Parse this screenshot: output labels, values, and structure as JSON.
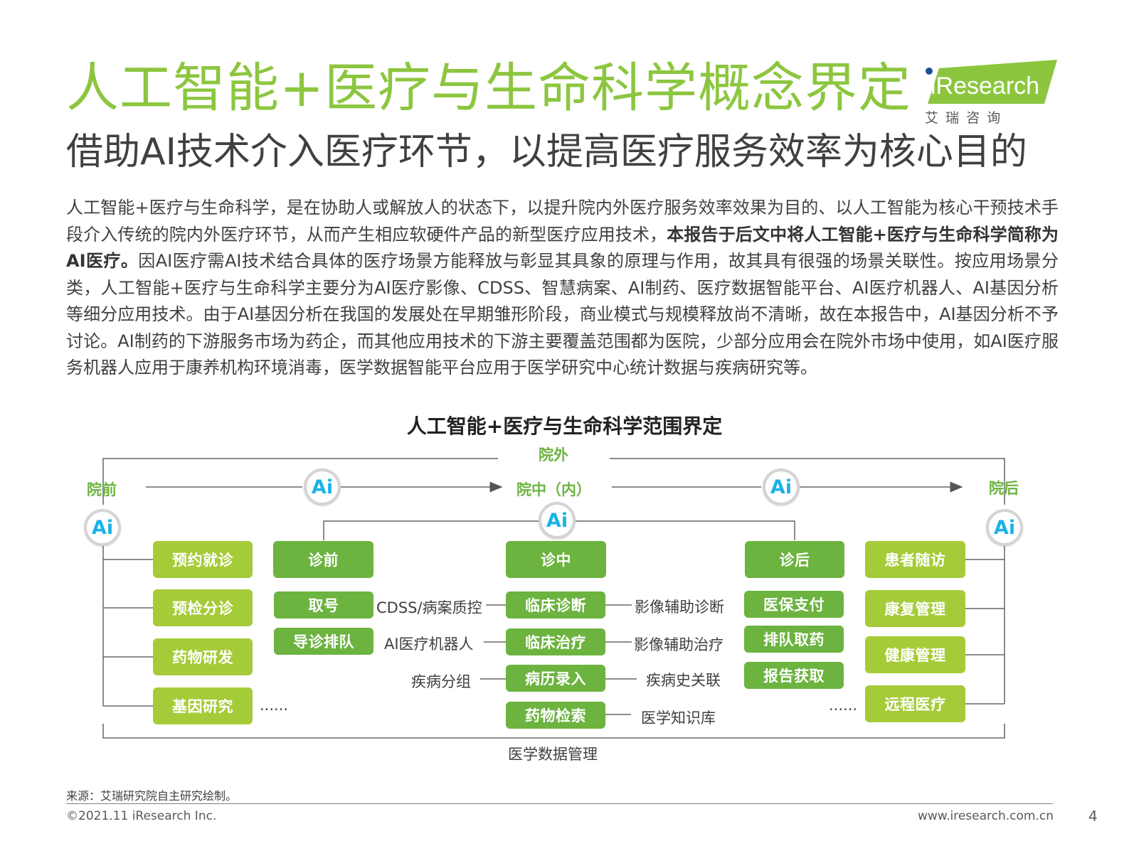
{
  "header": {
    "title": "人工智能+医疗与生命科学概念界定",
    "subtitle": "借助AI技术介入医疗环节，以提高医疗服务效率为核心目的",
    "logo_text": "iResearch",
    "logo_cn": "艾 瑞 咨 询"
  },
  "body": {
    "part1": "人工智能+医疗与生命科学，是在协助人或解放人的状态下，以提升院内外医疗服务效率效果为目的、以人工智能为核心干预技术手段介入传统的院内外医疗环节，从而产生相应软硬件产品的新型医疗应用技术，",
    "bold": "本报告于后文中将人工智能+医疗与生命科学简称为AI医疗。",
    "part2": "因AI医疗需AI技术结合具体的医疗场景方能释放与彰显其具象的原理与作用，故其具有很强的场景关联性。按应用场景分类，人工智能+医疗与生命科学主要分为AI医疗影像、CDSS、智慧病案、AI制药、医疗数据智能平台、AI医疗机器人、AI基因分析等细分应用技术。由于AI基因分析在我国的发展处在早期雏形阶段，商业模式与规模释放尚不清晰，故在本报告中，AI基因分析不予讨论。AI制药的下游服务市场为药企，而其他应用技术的下游主要覆盖范围都为医院，少部分应用会在院外市场中使用，如AI医疗服务机器人应用于康养机构环境消毒，医学数据智能平台应用于医学研究中心统计数据与疾病研究等。"
  },
  "diagram": {
    "title": "人工智能+医疗与生命科学范围界定",
    "stage_outside": "院外",
    "stage_before": "院前",
    "stage_in": "院中（内）",
    "stage_after": "院后",
    "ai_badge": "Ai",
    "left_boxes": [
      "预约就诊",
      "预检分诊",
      "药物研发",
      "基因研究"
    ],
    "right_boxes": [
      "患者随访",
      "康复管理",
      "健康管理",
      "远程医疗"
    ],
    "pre_header": "诊前",
    "mid_header": "诊中",
    "post_header": "诊后",
    "pre_boxes": [
      "取号",
      "导诊排队"
    ],
    "mid_boxes": [
      "临床诊断",
      "临床治疗",
      "病历录入",
      "药物检索"
    ],
    "post_boxes": [
      "医保支付",
      "排队取药",
      "报告获取"
    ],
    "left_labels": [
      "CDSS/病案质控",
      "AI医疗机器人",
      "疾病分组"
    ],
    "right_labels": [
      "影像辅助诊断",
      "影像辅助治疗",
      "疾病史关联",
      "医学知识库"
    ],
    "ellipsis": "......",
    "bottom_label": "医学数据管理"
  },
  "footer": {
    "source": "来源：艾瑞研究院自主研究绘制。",
    "copyright": "©2021.11 iResearch Inc.",
    "website": "www.iresearch.com.cn",
    "page": "4"
  },
  "colors": {
    "title_green": "#8cc63f",
    "box_light": "#a5cc38",
    "box_dark": "#6cb33f",
    "ai_blue": "#1ab2e8"
  }
}
